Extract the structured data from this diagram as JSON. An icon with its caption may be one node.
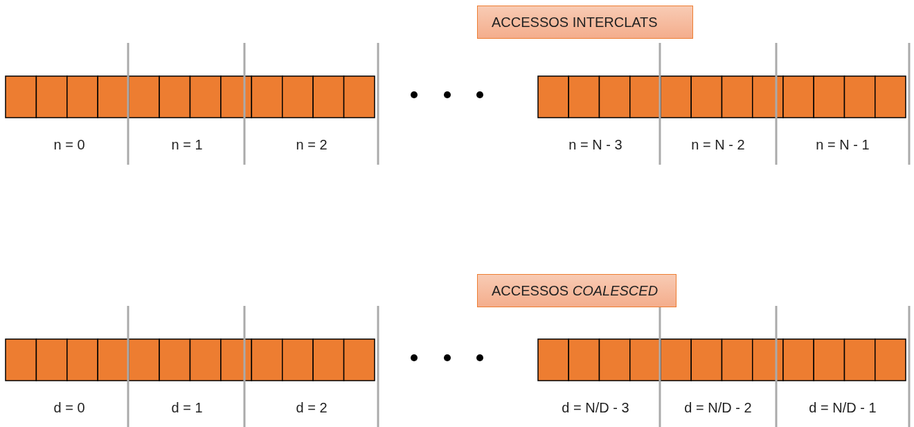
{
  "diagram": {
    "nodes": [
      {
        "text": [
          "ACCESSOS INTERCLATS"
        ]
      },
      {
        "text": [
          "ACCESSOS *COALESCED*"
        ]
      }
    ],
    "labels": [
      "n = 0",
      "n = 1",
      "n = 2",
      "n = N - 3",
      "n = N - 2",
      "n = N - 1",
      "d = 0",
      "d = 1",
      "d = 2",
      "d = N/D - 3",
      "d = N/D - 2",
      "d = N/D - 1"
    ]
  }
}
